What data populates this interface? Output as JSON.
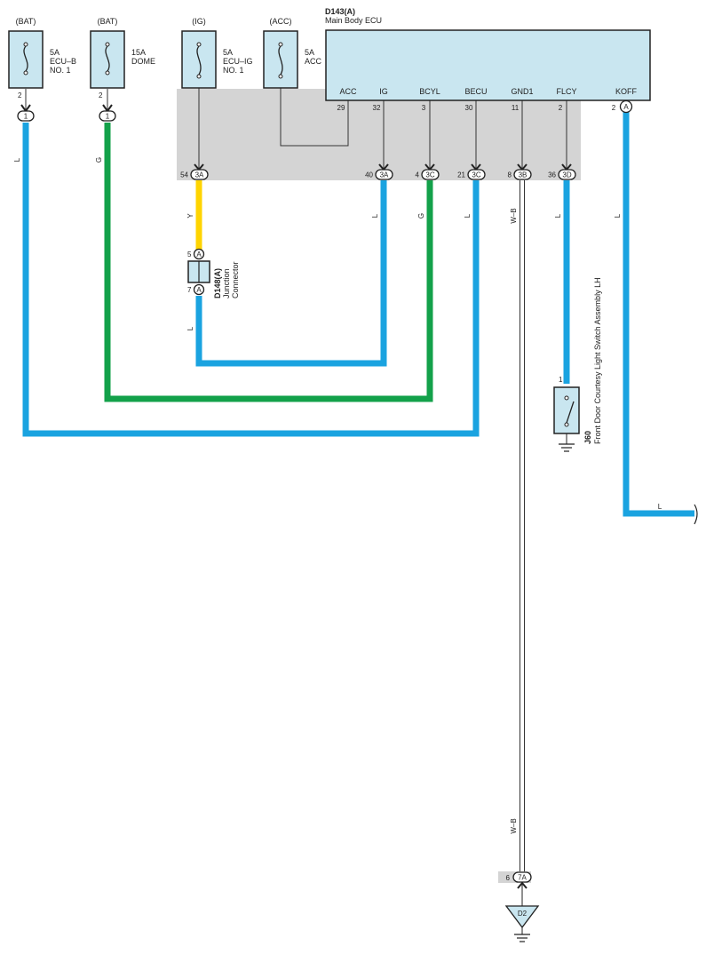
{
  "colors": {
    "blue": "#1aa3e0",
    "green": "#13a14a",
    "yellow": "#ffd400",
    "fuse_fill": "#c9e6f0",
    "shade": "#d4d4d4"
  },
  "fuses": [
    {
      "id": "bat1",
      "source": "(BAT)",
      "rating": "5A",
      "name": "ECU–B",
      "name2": "NO. 1",
      "pin": "2",
      "conn": "1",
      "wire": "L"
    },
    {
      "id": "bat2",
      "source": "(BAT)",
      "rating": "15A",
      "name": "DOME",
      "name2": "",
      "pin": "2",
      "conn": "1",
      "wire": "G"
    },
    {
      "id": "ig",
      "source": "(IG)",
      "rating": "5A",
      "name": "ECU–IG",
      "name2": "NO. 1",
      "pin": "",
      "conn": "",
      "wire": ""
    },
    {
      "id": "acc",
      "source": "(ACC)",
      "rating": "5A",
      "name": "ACC",
      "name2": "",
      "pin": "",
      "conn": "",
      "wire": ""
    }
  ],
  "ecu": {
    "code": "D143(A)",
    "name": "Main Body ECU",
    "terminals": [
      {
        "name": "ACC",
        "pin": "29"
      },
      {
        "name": "IG",
        "pin": "32"
      },
      {
        "name": "BCYL",
        "pin": "3"
      },
      {
        "name": "BECU",
        "pin": "30"
      },
      {
        "name": "GND1",
        "pin": "11"
      },
      {
        "name": "FLCY",
        "pin": "2"
      },
      {
        "name": "KOFF",
        "pin": "2"
      }
    ],
    "koff_conn": "A"
  },
  "connectors": [
    {
      "pin": "54",
      "label": "3A",
      "wire": "Y"
    },
    {
      "pin": "40",
      "label": "3A",
      "wire": "L"
    },
    {
      "pin": "4",
      "label": "3C",
      "wire": "G"
    },
    {
      "pin": "21",
      "label": "3C",
      "wire": "L"
    },
    {
      "pin": "8",
      "label": "3B",
      "wire": "W–B"
    },
    {
      "pin": "36",
      "label": "3D",
      "wire": "L"
    }
  ],
  "koff_wire": "L",
  "koff_out_wire": "L",
  "junction": {
    "code": "D148(A)",
    "name": "Junction",
    "name2": "Connector",
    "pin_top": "5",
    "conn_top": "A",
    "pin_bottom": "7",
    "conn_bottom": "A",
    "wire_out": "L"
  },
  "switch": {
    "code": "J60",
    "name": "Front Door Courtesy Light Switch Assembly LH",
    "pin": "1"
  },
  "ground_conn": {
    "pin": "6",
    "label": "7A",
    "wire": "W–B",
    "point": "D2"
  }
}
